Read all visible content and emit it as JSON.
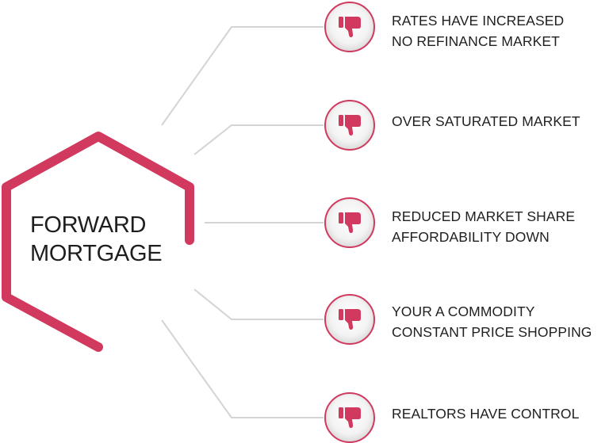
{
  "center": {
    "line1": "FORWARD",
    "line2": "MORTGAGE"
  },
  "accent_color": "#d1395f",
  "icon": "thumbs-down-icon",
  "items": [
    {
      "line1": "RATES HAVE INCREASED",
      "line2": "NO REFINANCE MARKET"
    },
    {
      "line1": "OVER SATURATED MARKET",
      "line2": ""
    },
    {
      "line1": "REDUCED MARKET SHARE",
      "line2": "AFFORDABILITY DOWN"
    },
    {
      "line1": "YOUR A COMMODITY",
      "line2": "CONSTANT PRICE SHOPPING"
    },
    {
      "line1": "REALTORS HAVE CONTROL",
      "line2": ""
    }
  ]
}
